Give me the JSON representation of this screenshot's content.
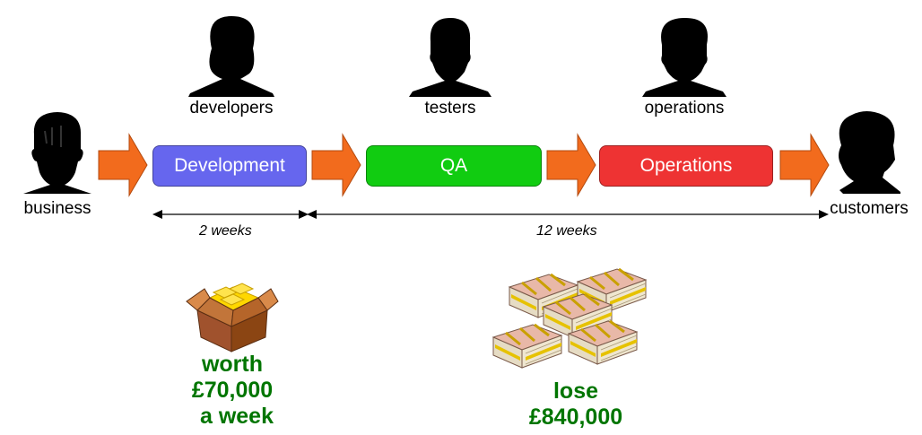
{
  "roles": {
    "business": "business",
    "developers": "developers",
    "testers": "testers",
    "operations": "operations",
    "customers": "customers"
  },
  "stages": [
    {
      "label": "Development",
      "color": "#6666ee"
    },
    {
      "label": "QA",
      "color": "#11cc11"
    },
    {
      "label": "Operations",
      "color": "#ee3333"
    }
  ],
  "arrow_color": "#f26b1d",
  "durations": {
    "development": "2 weeks",
    "qa_operations": "12 weeks"
  },
  "value": {
    "line1": "worth",
    "line2": "£70,000",
    "line3": "a week"
  },
  "loss": {
    "line1": "lose",
    "line2": "£840,000"
  },
  "icons": {
    "box": "box-of-gold-icon",
    "money": "stacks-of-banknotes-icon",
    "people": "person-silhouette-icon"
  }
}
